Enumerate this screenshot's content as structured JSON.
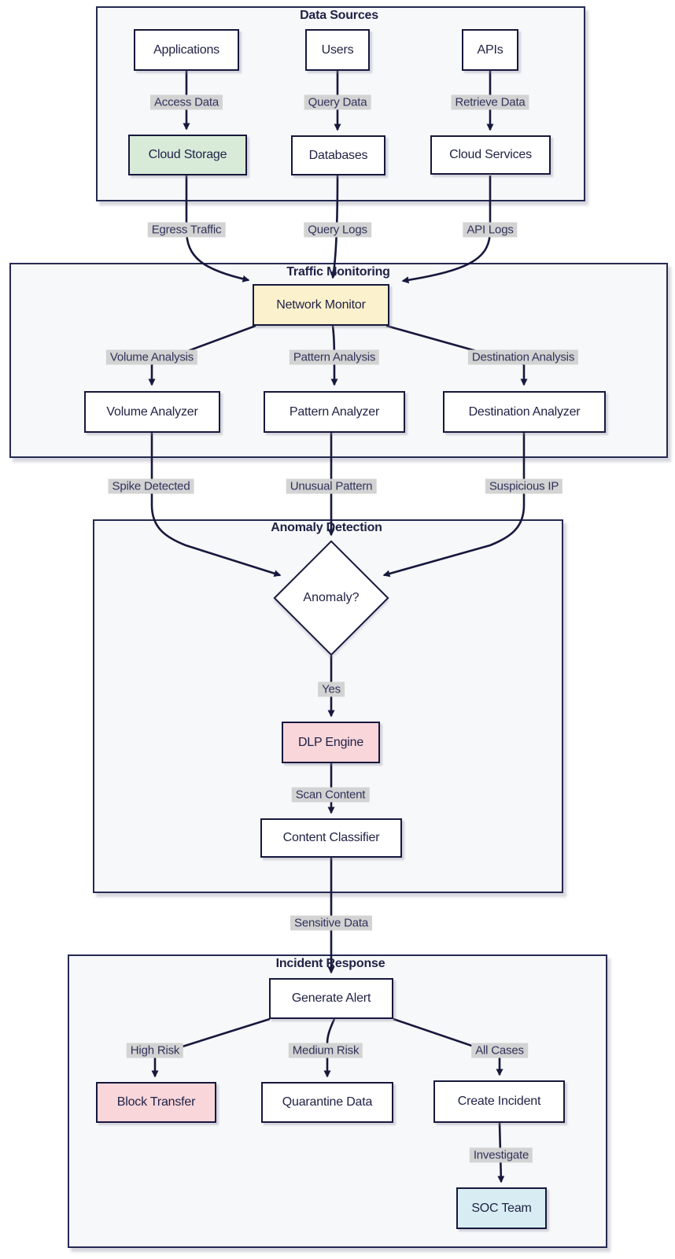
{
  "diagram": {
    "titles": {
      "data_sources": "Data Sources",
      "traffic_monitoring": "Traffic Monitoring",
      "anomaly_detection": "Anomaly Detection",
      "incident_response": "Incident Response"
    },
    "nodes": {
      "applications": "Applications",
      "users": "Users",
      "apis": "APIs",
      "cloud_storage": "Cloud Storage",
      "databases": "Databases",
      "cloud_services": "Cloud Services",
      "network_monitor": "Network Monitor",
      "volume_analyzer": "Volume Analyzer",
      "pattern_analyzer": "Pattern Analyzer",
      "destination_analyzer": "Destination Analyzer",
      "anomaly_decision": "Anomaly?",
      "dlp_engine": "DLP Engine",
      "content_classifier": "Content Classifier",
      "generate_alert": "Generate Alert",
      "block_transfer": "Block Transfer",
      "quarantine_data": "Quarantine Data",
      "create_incident": "Create Incident",
      "soc_team": "SOC Team"
    },
    "edge_labels": {
      "access_data": "Access Data",
      "query_data": "Query Data",
      "retrieve_data": "Retrieve Data",
      "egress_traffic": "Egress Traffic",
      "query_logs": "Query Logs",
      "api_logs": "API Logs",
      "volume_analysis": "Volume Analysis",
      "pattern_analysis": "Pattern Analysis",
      "destination_analysis": "Destination Analysis",
      "spike_detected": "Spike Detected",
      "unusual_pattern": "Unusual Pattern",
      "suspicious_ip": "Suspicious IP",
      "yes": "Yes",
      "scan_content": "Scan Content",
      "sensitive_data": "Sensitive Data",
      "high_risk": "High Risk",
      "medium_risk": "Medium Risk",
      "all_cases": "All Cases",
      "investigate": "Investigate"
    },
    "colors": {
      "storage_green": "#d8ebd9",
      "monitor_yellow": "#fcf1cd",
      "alert_pink": "#f8d6da",
      "team_blue": "#d7edf3",
      "node_border": "#16183c",
      "subgraph_bg": "#f7f8fa",
      "edge_label_bg": "#d3d3d3",
      "edge_stroke": "#16183c"
    }
  }
}
